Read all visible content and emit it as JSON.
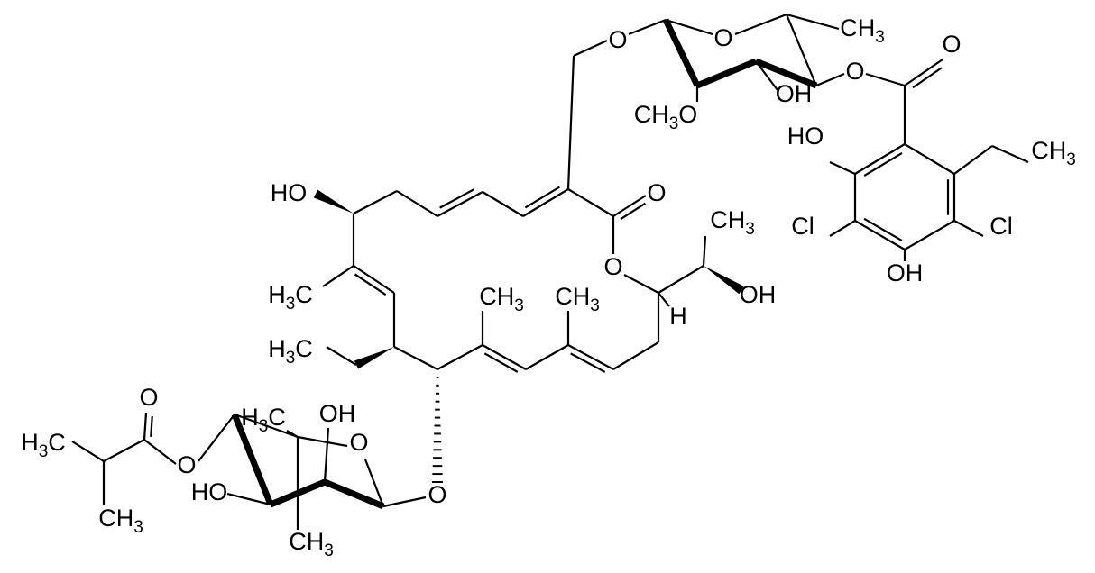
{
  "diagram": {
    "type": "chemical-structure",
    "line_color": "#000000",
    "background": "#ffffff",
    "atom_labels": [
      {
        "id": "o_glyco_top",
        "parts": [
          [
            "O",
            ""
          ]
        ]
      },
      {
        "id": "o_ring_top",
        "parts": [
          [
            "O",
            ""
          ]
        ]
      },
      {
        "id": "ch3_top_sugar",
        "parts": [
          [
            "CH",
            ""
          ],
          [
            "3",
            "sub"
          ]
        ]
      },
      {
        "id": "o_ester_top",
        "parts": [
          [
            "O",
            ""
          ]
        ]
      },
      {
        "id": "o_carbonyl_top",
        "parts": [
          [
            "O",
            ""
          ]
        ]
      },
      {
        "id": "oh_top_sugar",
        "parts": [
          [
            "OH",
            ""
          ]
        ]
      },
      {
        "id": "och3_top_sugar",
        "parts": [
          [
            "CH",
            ""
          ],
          [
            "3",
            "sub"
          ],
          [
            "O",
            ""
          ]
        ]
      },
      {
        "id": "ho_aromatic",
        "parts": [
          [
            "HO",
            ""
          ]
        ]
      },
      {
        "id": "ch3_ethyl",
        "parts": [
          [
            "CH",
            ""
          ],
          [
            "3",
            "sub"
          ]
        ]
      },
      {
        "id": "cl_left",
        "parts": [
          [
            "Cl",
            ""
          ]
        ]
      },
      {
        "id": "cl_right",
        "parts": [
          [
            "Cl",
            ""
          ]
        ]
      },
      {
        "id": "oh_aromatic",
        "parts": [
          [
            "OH",
            ""
          ]
        ]
      },
      {
        "id": "ho_macro",
        "parts": [
          [
            "HO",
            ""
          ]
        ]
      },
      {
        "id": "o_lactone_carbonyl",
        "parts": [
          [
            "O",
            ""
          ]
        ]
      },
      {
        "id": "o_lactone",
        "parts": [
          [
            "O",
            ""
          ]
        ]
      },
      {
        "id": "ch3_side",
        "parts": [
          [
            "CH",
            ""
          ],
          [
            "3",
            "sub"
          ]
        ]
      },
      {
        "id": "oh_side",
        "parts": [
          [
            "OH",
            ""
          ]
        ]
      },
      {
        "id": "h_stereo",
        "parts": [
          [
            "H",
            ""
          ]
        ]
      },
      {
        "id": "h3c_vinyl",
        "parts": [
          [
            "H",
            ""
          ],
          [
            "3",
            "sub"
          ],
          [
            "C",
            ""
          ]
        ]
      },
      {
        "id": "h3c_ethyl",
        "parts": [
          [
            "H",
            ""
          ],
          [
            "3",
            "sub"
          ],
          [
            "C",
            ""
          ]
        ]
      },
      {
        "id": "ch3_diene1",
        "parts": [
          [
            "CH",
            ""
          ],
          [
            "3",
            "sub"
          ]
        ]
      },
      {
        "id": "ch3_diene2",
        "parts": [
          [
            "CH",
            ""
          ],
          [
            "3",
            "sub"
          ]
        ]
      },
      {
        "id": "o_glyco_bottom",
        "parts": [
          [
            "O",
            ""
          ]
        ]
      },
      {
        "id": "o_ring_bottom",
        "parts": [
          [
            "O",
            ""
          ]
        ]
      },
      {
        "id": "oh_bottom_sugar",
        "parts": [
          [
            "OH",
            ""
          ]
        ]
      },
      {
        "id": "h3c_bottom_sugar",
        "parts": [
          [
            "H",
            ""
          ],
          [
            "3",
            "sub"
          ],
          [
            "C",
            ""
          ]
        ]
      },
      {
        "id": "ch3_bottom_sugar",
        "parts": [
          [
            "CH",
            ""
          ],
          [
            "3",
            "sub"
          ]
        ]
      },
      {
        "id": "ho_bottom_sugar",
        "parts": [
          [
            "HO",
            ""
          ]
        ]
      },
      {
        "id": "o_ester_bottom",
        "parts": [
          [
            "O",
            ""
          ]
        ]
      },
      {
        "id": "o_carbonyl_bottom",
        "parts": [
          [
            "O",
            ""
          ]
        ]
      },
      {
        "id": "h3c_isobutyryl",
        "parts": [
          [
            "H",
            ""
          ],
          [
            "3",
            "sub"
          ],
          [
            "C",
            ""
          ]
        ]
      },
      {
        "id": "ch3_isobutyryl",
        "parts": [
          [
            "CH",
            ""
          ],
          [
            "3",
            "sub"
          ]
        ]
      }
    ]
  }
}
